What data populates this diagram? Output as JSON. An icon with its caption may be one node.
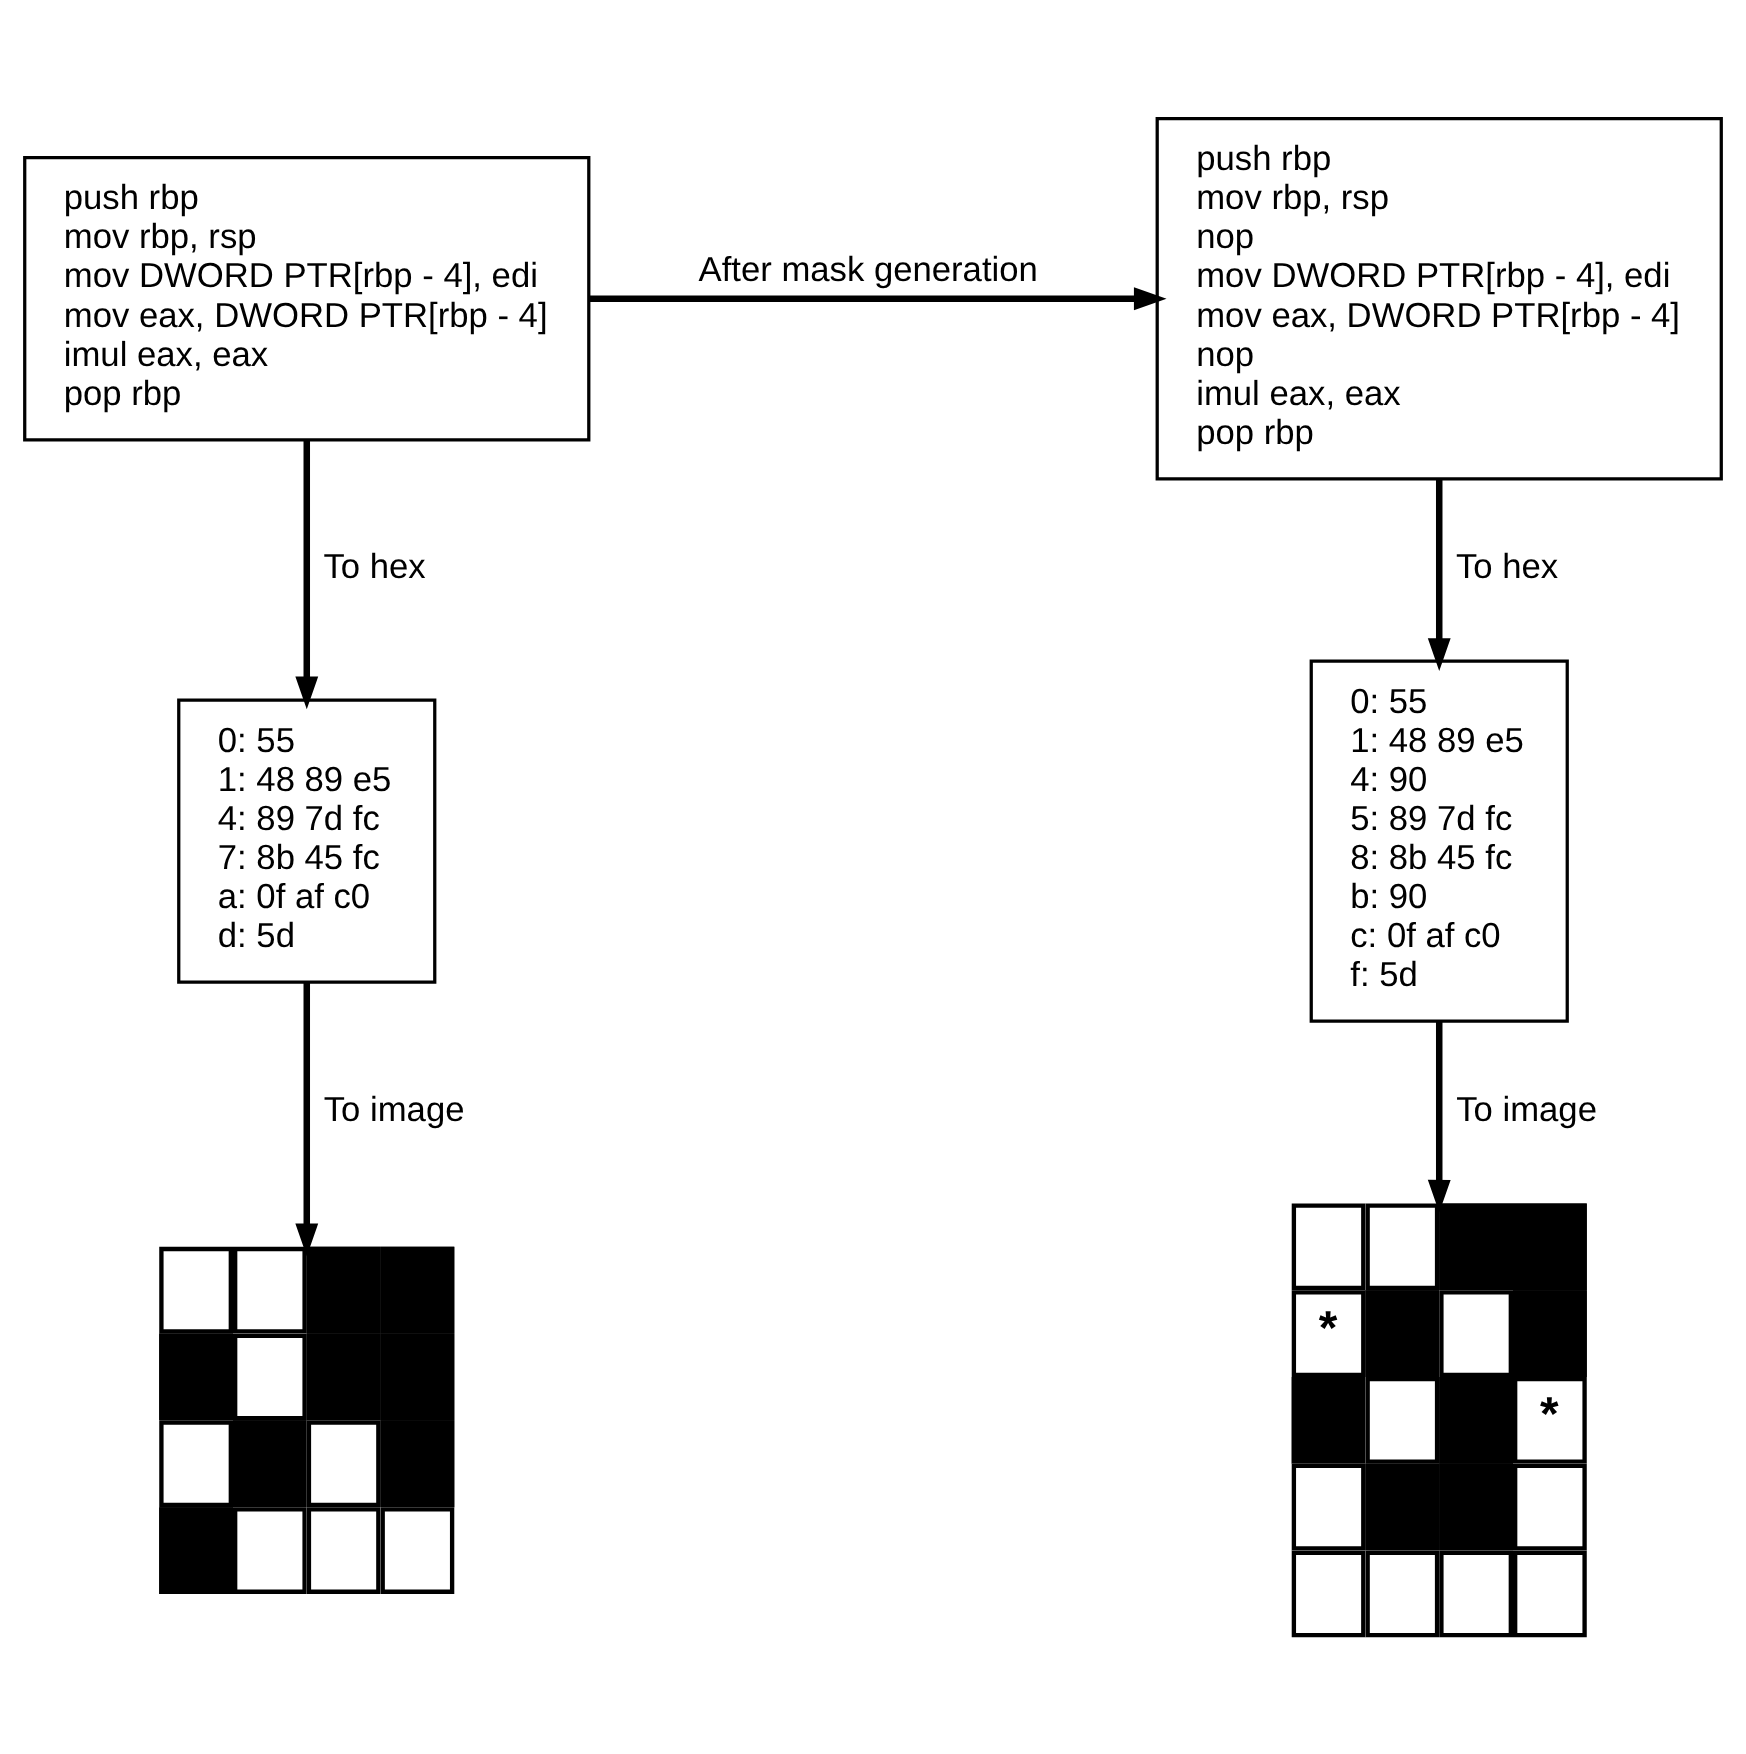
{
  "diagram": {
    "nodes": [
      {
        "text": [
          "push rbp",
          "mov rbp, rsp",
          "mov DWORD PTR[rbp - 4], edi",
          "mov eax, DWORD PTR[rbp - 4]",
          "imul eax, eax",
          "pop rbp"
        ]
      },
      {
        "text": [
          "push rbp",
          "mov rbp, rsp",
          "nop",
          "mov DWORD PTR[rbp - 4], edi",
          "mov eax, DWORD PTR[rbp - 4]",
          "nop",
          "imul eax, eax",
          "pop rbp"
        ]
      },
      {
        "text": [
          "0: 55",
          "1: 48 89 e5",
          "4: 89 7d fc",
          "7: 8b 45 fc",
          "a: 0f af c0",
          "d: 5d"
        ]
      },
      {
        "text": [
          "0: 55",
          "1: 48 89 e5",
          "4: 90",
          "5: 89 7d fc",
          "8: 8b 45 fc",
          "b: 90",
          "c: 0f af c0",
          "f: 5d"
        ]
      },
      {
        "text": [],
        "shape": "picture"
      },
      {
        "text": [
          "*",
          "*"
        ]
      }
    ],
    "edges": [
      {
        "from": 0,
        "to": 1,
        "arrow": "to",
        "label": "After mask generation"
      },
      {
        "from": 0,
        "to": 2,
        "arrow": "to",
        "label": "To hex"
      },
      {
        "from": 1,
        "to": 3,
        "arrow": "to",
        "label": "To hex"
      },
      {
        "from": 2,
        "to": 4,
        "arrow": "to",
        "label": "To image"
      },
      {
        "from": 3,
        "to": 5,
        "arrow": "to",
        "label": "To image"
      }
    ]
  }
}
